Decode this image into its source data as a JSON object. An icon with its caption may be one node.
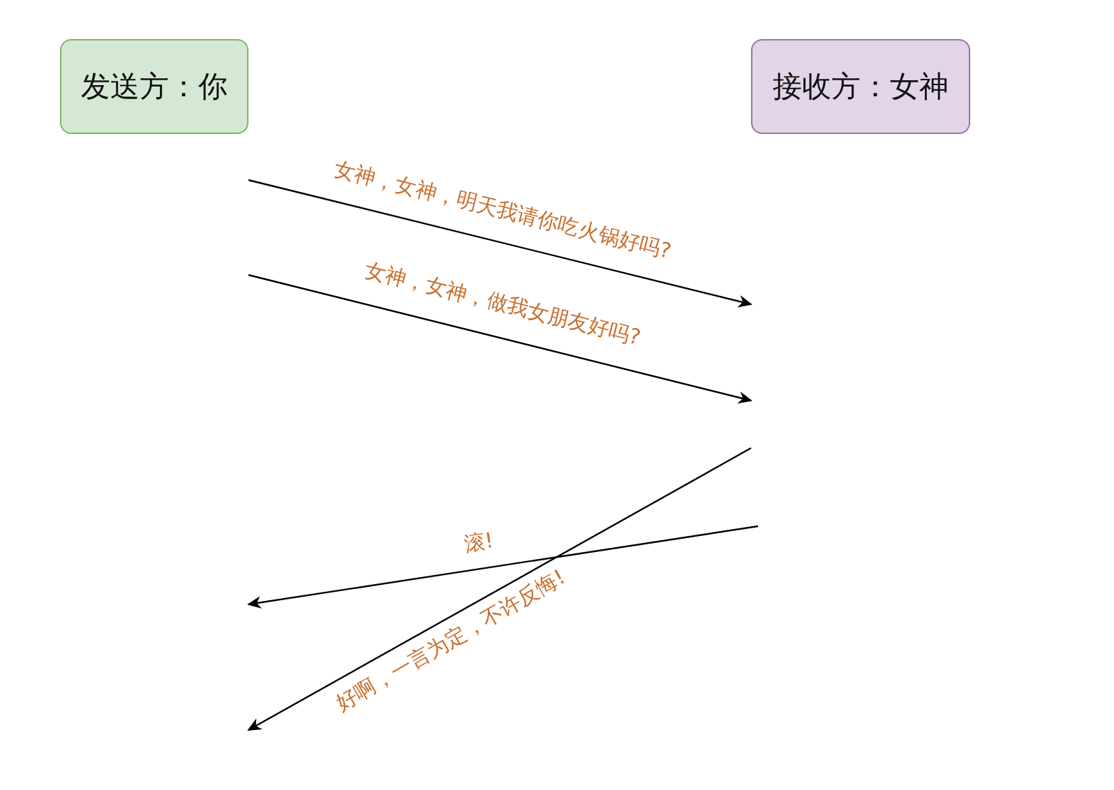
{
  "diagram": {
    "nodes": [
      {
        "text": [
          "发送方：你"
        ]
      },
      {
        "text": [
          "接收方：女神"
        ]
      }
    ],
    "labels": [
      "女神，女神，明天我请你吃火锅好吗?",
      "女神，女神，做我女朋友好吗?",
      "滚!",
      "好啊，一言为定，不许反悔!"
    ]
  }
}
